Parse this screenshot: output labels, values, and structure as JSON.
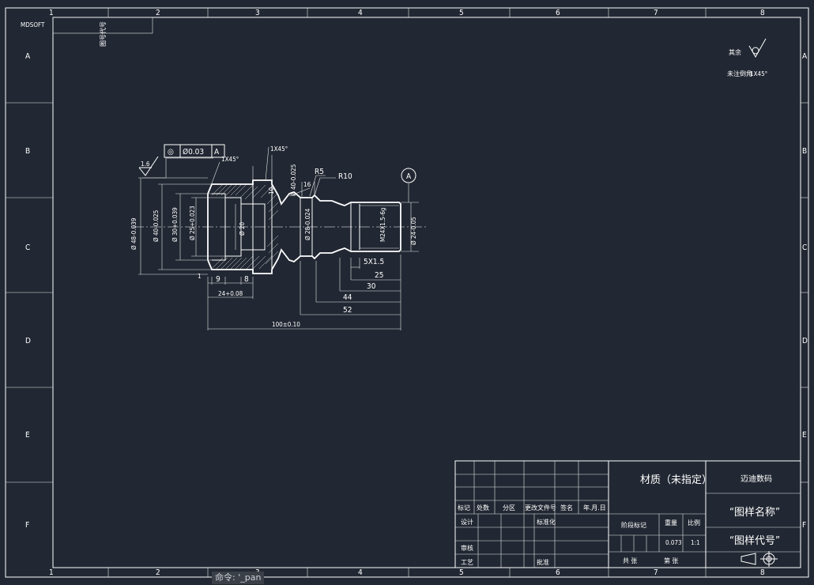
{
  "frame": {
    "logo": "MDSOFT",
    "columns": [
      "1",
      "2",
      "3",
      "4",
      "5",
      "6",
      "7",
      "8"
    ],
    "rows": [
      "A",
      "B",
      "C",
      "D",
      "E",
      "F"
    ],
    "corner_stamp": "图号代号"
  },
  "notes": {
    "roughness_label": "其余",
    "chamfer_label": "未注倒角",
    "chamfer_value": "1X45°"
  },
  "drawing": {
    "tolerance_frame": {
      "symbol": "◎",
      "value": "Ø0.03",
      "datum": "A"
    },
    "datum_label": "A",
    "roughness_value": "1.6",
    "labels": {
      "chamfer_left": "1X45°",
      "chamfer_top": "1X45°",
      "r5": "R5",
      "r10": "R10",
      "thread": "M24X1.5-6g",
      "groove": "5X1.5",
      "phi_48": "Ø 48-0.039",
      "phi_40_left": "Ø 40-0.025",
      "phi_30": "Ø 30+0.039",
      "phi_25": "Ø 25+0.023",
      "phi_20": "Ø 20",
      "phi_40_top": "Ø 40-0.025",
      "phi_28": "Ø 28-0.024",
      "phi_24": "Ø 24-0.05",
      "width_10": "10",
      "width_16": "16",
      "dim_1": "1",
      "dim_9": "9",
      "dim_8": "8",
      "dim_24": "24+0.08",
      "dim_25": "25",
      "dim_30": "30",
      "dim_44": "44",
      "dim_52": "52",
      "dim_100": "100±0.10"
    }
  },
  "title_block": {
    "material": "材质（未指定）",
    "company": "迈迪数码",
    "drawing_name": "“图样名称”",
    "drawing_code": "“图样代号”",
    "rev_headers": [
      "标记",
      "处数",
      "分区",
      "更改文件号",
      "签名",
      "年.月.日"
    ],
    "roles": [
      "设计",
      "审核",
      "工艺"
    ],
    "stage_mark": "阶段标记",
    "weight_label": "重量",
    "scale_label": "比例",
    "weight_value": "0.073",
    "scale_value": "1:1",
    "standardize": "标准化",
    "approve": "批准",
    "sheet_total": "共  张",
    "sheet_no": "第  张"
  },
  "command_line": "命令: '_pan"
}
